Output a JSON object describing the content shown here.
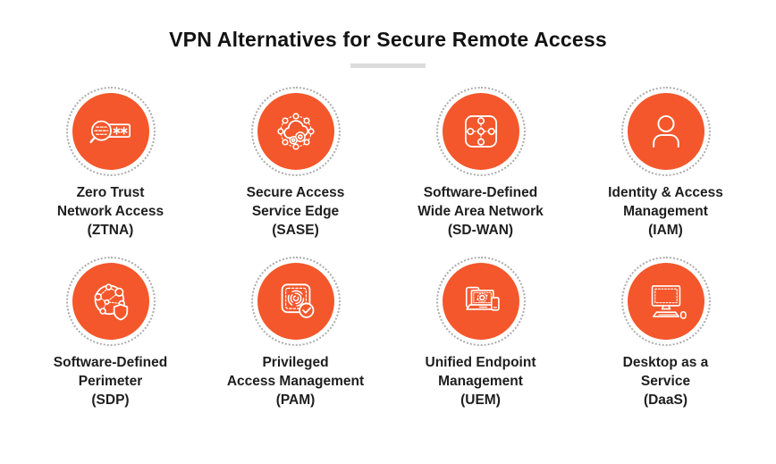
{
  "page": {
    "title": "VPN Alternatives for Secure Remote Access"
  },
  "colors": {
    "accent_orange": "#F4572B",
    "ring_dotted_gray": "#ACACAC",
    "title_underline_gray": "#DCDCDC",
    "text_dark": "#1E1E1E",
    "icon_stroke": "#FFFFFF"
  },
  "items": [
    {
      "id": "ztna",
      "icon": "password-search-icon",
      "label": "Zero Trust\nNetwork Access\n(ZTNA)"
    },
    {
      "id": "sase",
      "icon": "cloud-network-icon",
      "label": "Secure Access\nService Edge\n(SASE)"
    },
    {
      "id": "sdwan",
      "icon": "network-nodes-icon",
      "label": "Software-Defined\nWide Area Network\n(SD-WAN)"
    },
    {
      "id": "iam",
      "icon": "user-icon",
      "label": "Identity & Access\nManagement\n(IAM)"
    },
    {
      "id": "sdp",
      "icon": "globe-shield-icon",
      "label": "Software-Defined\nPerimeter\n(SDP)"
    },
    {
      "id": "pam",
      "icon": "fingerprint-check-icon",
      "label": "Privileged\nAccess Management\n(PAM)"
    },
    {
      "id": "uem",
      "icon": "devices-icon",
      "label": "Unified Endpoint\nManagement\n(UEM)"
    },
    {
      "id": "daas",
      "icon": "desktop-computer-icon",
      "label": "Desktop as a\nService\n(DaaS)"
    }
  ]
}
